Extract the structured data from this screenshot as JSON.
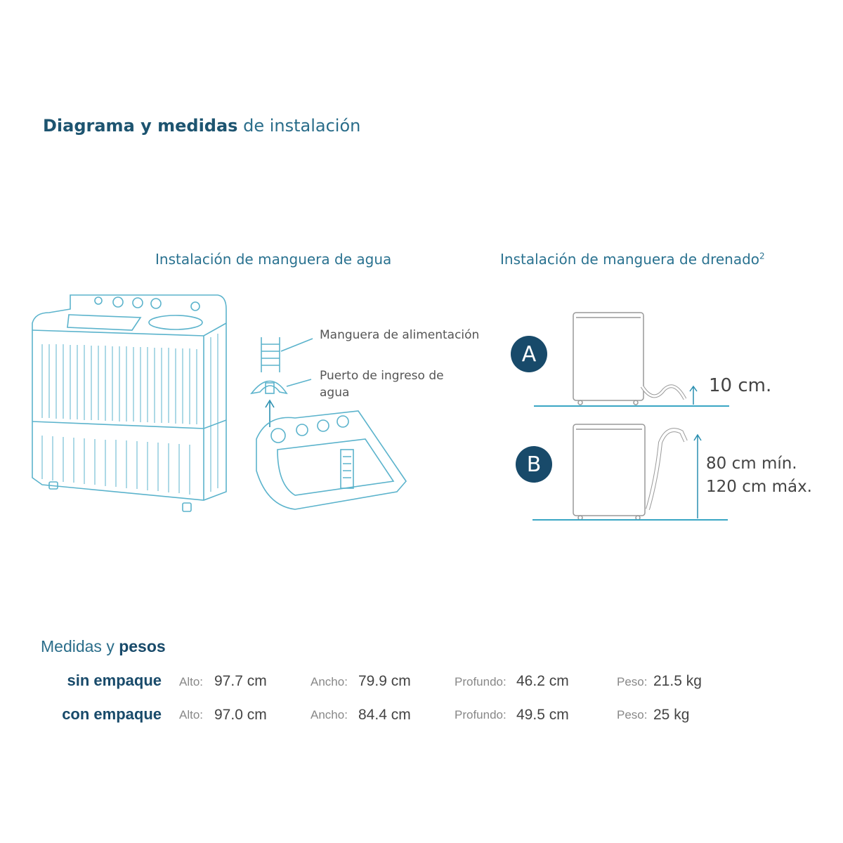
{
  "header": {
    "title_bold": "Diagrama y medidas",
    "title_light": "de instalación"
  },
  "water": {
    "title": "Instalación de manguera de agua",
    "label_hose": "Manguera de alimentación",
    "label_port_1": "Puerto de ingreso de",
    "label_port_2": "agua"
  },
  "drain": {
    "title": "Instalación de manguera de drenado",
    "sup": "2",
    "a": {
      "badge": "A",
      "height": "10 cm."
    },
    "b": {
      "badge": "B",
      "min": "80 cm mín.",
      "max": "120 cm máx."
    }
  },
  "measures": {
    "title_light": "Medidas y",
    "title_bold": "pesos",
    "rows": [
      {
        "label": "sin empaque",
        "alto_k": "Alto:",
        "alto": "97.7 cm",
        "ancho_k": "Ancho:",
        "ancho": "79.9 cm",
        "prof_k": "Profundo:",
        "prof": "46.2 cm",
        "peso_k": "Peso:",
        "peso": "21.5 kg"
      },
      {
        "label": "con empaque",
        "alto_k": "Alto:",
        "alto": "97.0 cm",
        "ancho_k": "Ancho:",
        "ancho": "84.4 cm",
        "prof_k": "Profundo:",
        "prof": "49.5 cm",
        "peso_k": "Peso:",
        "peso": "25 kg"
      }
    ]
  },
  "colors": {
    "accent": "#184a6a",
    "line": "#3aa6c4"
  }
}
